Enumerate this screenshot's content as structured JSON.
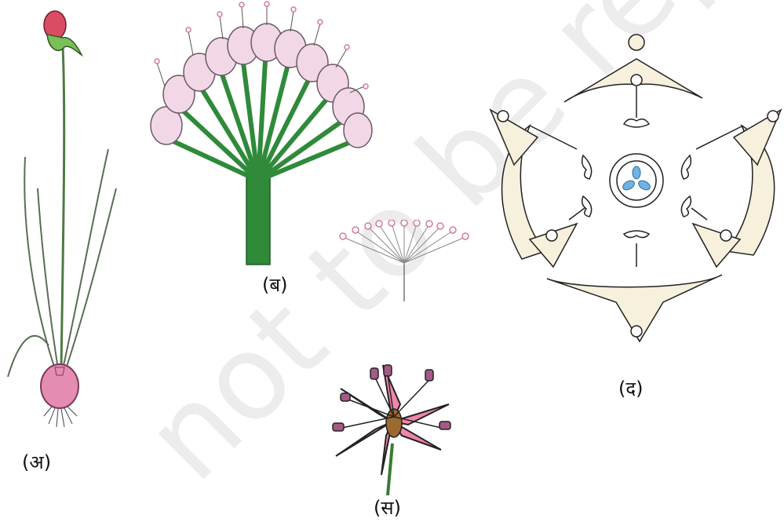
{
  "figure": {
    "labels": {
      "a": "(अ)",
      "b": "(ब)",
      "c": "(स)",
      "d": "(द)"
    },
    "watermark": "not to be republished",
    "colors": {
      "petal_pink": "#f2d8e6",
      "petal_outline": "#6b5a64",
      "stalk_green": "#2f8a3a",
      "leaf_green": "#d9ead0",
      "bulb_pink": "#e58cb3",
      "flower_pink": "#ef86ad",
      "anther_brown": "#9a6a2e",
      "diagram_cream": "#f6f0dc",
      "ovary_blue": "#6fb2e6",
      "watermark_gray": "#e9e9e9"
    }
  }
}
